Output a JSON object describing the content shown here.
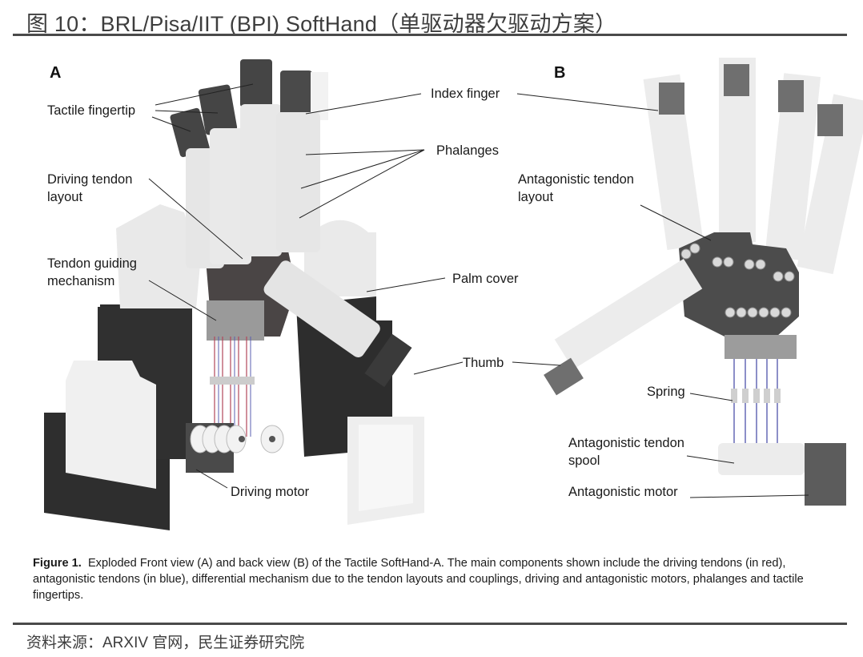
{
  "header": {
    "title": "图 10：BRL/Pisa/IIT (BPI) SoftHand（单驱动器欠驱动方案）"
  },
  "figure": {
    "panels": {
      "a": "A",
      "b": "B"
    },
    "labels_a": {
      "tactile_fingertip": "Tactile  fingertip",
      "driving_tendon_layout_1": "Driving tendon",
      "driving_tendon_layout_2": "layout",
      "tendon_guiding_1": "Tendon guiding",
      "tendon_guiding_2": "mechanism",
      "index_finger": "Index finger",
      "phalanges": "Phalanges",
      "palm_cover": "Palm cover",
      "thumb": "Thumb",
      "driving_motor": "Driving motor"
    },
    "labels_b": {
      "antagonistic_tendon_layout_1": "Antagonistic tendon",
      "antagonistic_tendon_layout_2": "layout",
      "spring": "Spring",
      "antagonistic_spool_1": "Antagonistic tendon",
      "antagonistic_spool_2": "spool",
      "antagonistic_motor": "Antagonistic motor"
    },
    "caption": {
      "lead": "Figure 1.",
      "text": "Exploded Front view (A) and back view (B) of the Tactile SoftHand-A. The main components shown include the driving tendons (in red), antagonistic tendons (in blue), differential mechanism due to the tendon layouts and couplings, driving and antagonistic motors, phalanges and tactile fingertips."
    },
    "colors": {
      "driving_tendon": "#b2475a",
      "antagonistic_tendon": "#5a5fb0",
      "dark_part": "#2e2e2e",
      "light_part": "#ececec"
    }
  },
  "footer": {
    "source": "资料来源：ARXIV 官网，民生证券研究院"
  }
}
